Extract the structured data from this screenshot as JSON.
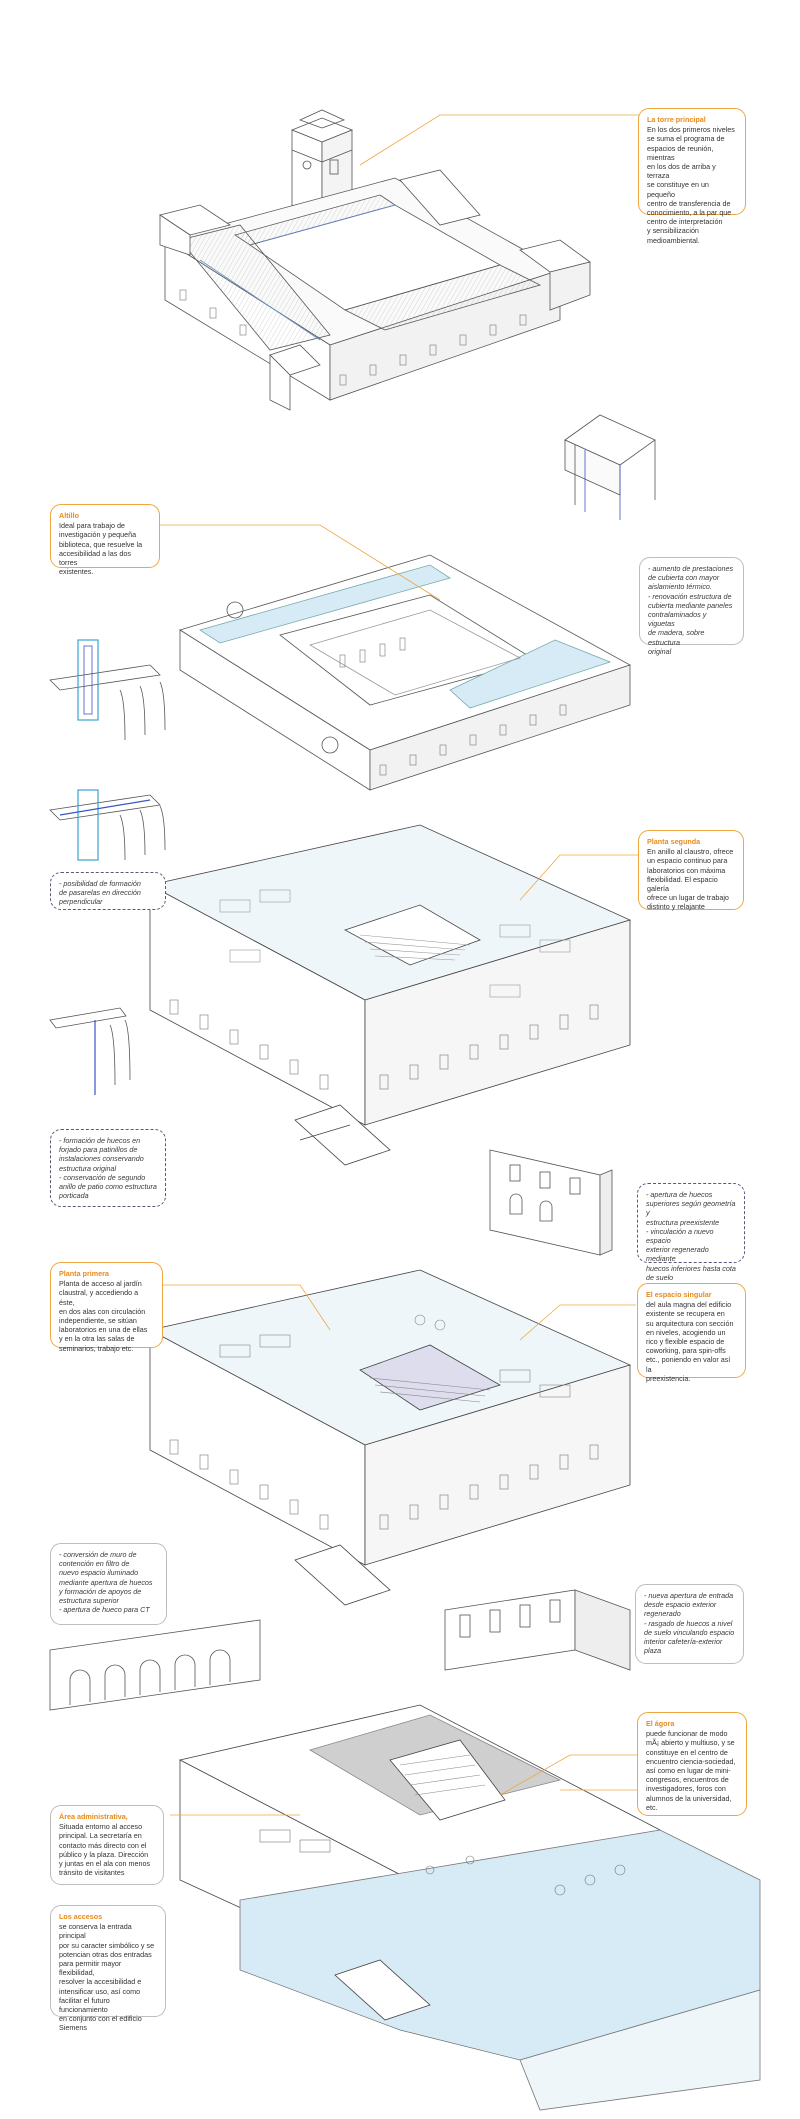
{
  "colors": {
    "accent_orange": "#f0a742",
    "title_orange": "#e88a1a",
    "line_gray": "#555555",
    "fill_light_blue": "#d6ebf5",
    "structure_blue": "#3b55c4",
    "dash_border": "#555a7a"
  },
  "notes": {
    "torre": {
      "title": "La torre principal",
      "body": "En los dos primeros niveles\nse suma el programa de\nespacios de reunión, mientras\nen los dos de arriba y terraza\nse constituye en un pequeño\ncentro de transferencia de\nconocimiento, a la par que\ncentro de interpretación\ny sensibilización\nmedioambiental."
    },
    "altillo": {
      "title": "Altillo",
      "body": "Ideal para trabajo de\ninvestigación y pequeña\nbiblioteca, que resuelve la\naccesibilidad a las dos torres\nexistentes."
    },
    "cubierta": {
      "body": "- aumento de prestaciones\nde cubierta con mayor\naislamiento térmico.\n- renovación estructura de\ncubierta mediante paneles\ncontralaminados y viguetas\nde madera, sobre estructura\noriginal"
    },
    "pasarela": {
      "body": "- posibilidad de formación\nde pasarelas en dirección\nperpendicular"
    },
    "segunda": {
      "title": "Planta segunda",
      "body": "En anillo al claustro, ofrece\nun espacio continuo para\nlaboratorios con máxima\nflexibilidad. El espacio galería\nofrece un lugar de trabajo\ndistinto y relajante"
    },
    "huecos_forjado": {
      "body": "- formación de huecos en\nforjado para patinillos de\ninstalaciones conservando\nestructura original\n- conservación de segundo\nanillo de patio como estructura\nporticada"
    },
    "huecos_superiores": {
      "body": "- apertura de huecos\nsuperiores según geometría y\nestructura preexistente\n- vinculación a nuevo espacio\nexterior regenerado mediante\nhuecos inferiores hasta cota\nde suelo"
    },
    "primera": {
      "title": "Planta primera",
      "body": "Planta de acceso al jardín\nclaustral, y accediendo a éste,\nen dos alas con circulación\nindependiente, se sitúan\nlaboratorios en una de ellas\ny en la otra las salas de\nseminarios, trabajo etc."
    },
    "singular": {
      "title": "El espacio singular",
      "body": "del aula magna del edificio\nexistente se recupera en\nsu arquitectura con sección\nen niveles, acogiendo un\nrico y flexible espacio de\ncoworking, para spin-offs\netc., poniendo en valor así la\npreexistencia."
    },
    "muro": {
      "body": "- conversión de muro de\ncontención en filtro de\nnuevo espacio iluminado\nmediante apertura de huecos\ny formación de apoyos de\nestructura superior\n- apertura de hueco para CT"
    },
    "entrada": {
      "body": "- nueva apertura de entrada\ndesde espacio exterior\nregenerado\n- rasgado de huecos a nivel\nde suelo vinculando espacio\ninterior cafetería-exterior\nplaza"
    },
    "agora": {
      "title": "El ágora",
      "body": "puede funcionar de modo\nmÃ¡ abierto y multiuso, y se\nconstituye en el centro de\nencuentro ciencia-sociedad,\nasí como en lugar de mini-\ncongresos, encuentros de\ninvestigadores, foros con\nalumnos de la universidad,\netc."
    },
    "administrativa": {
      "title": "Área administrativa,",
      "body": "Situada entorno al acceso\nprincipal. La secretaría en\ncontacto más directo con el\npúblico y la plaza. Dirección\ny juntas en el ala con menos\ntránsito de visitantes"
    },
    "accesos": {
      "title": "Los accesos",
      "body": "se conserva la entrada principal\npor su caracter simbólico y se\npotencian otras dos entradas\npara permitir mayor flexibilidad,\nresolver la accesibilidad e\nintensificar uso, así como\nfacilitar el futuro funcionamiento\nen conjunto con el edificio\nSiemens"
    }
  }
}
